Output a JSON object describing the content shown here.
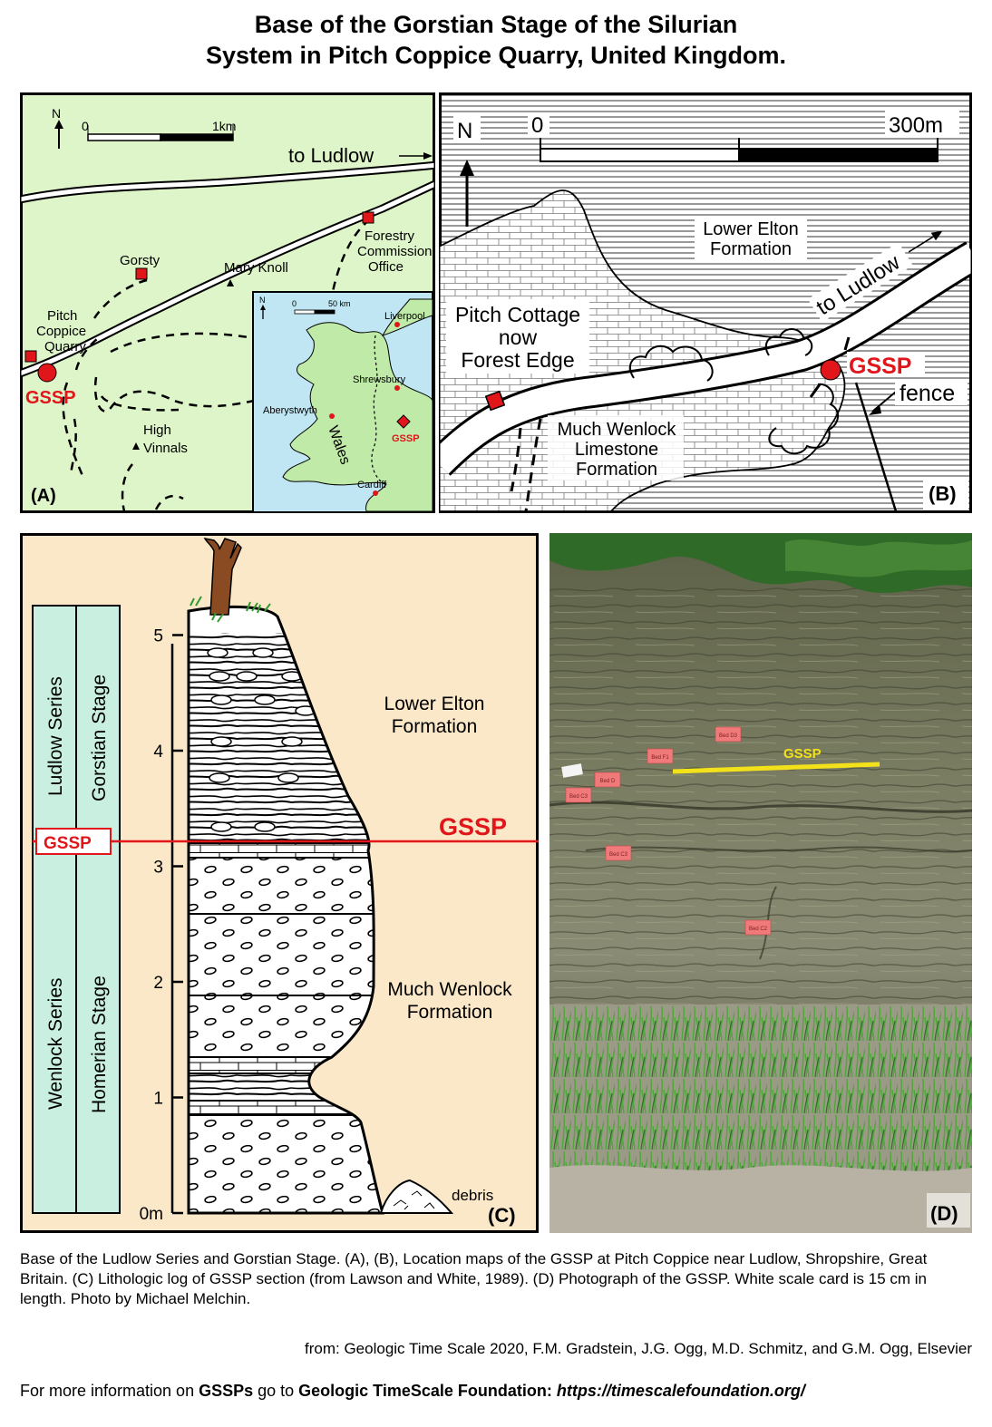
{
  "title": {
    "line1": "Base of the Gorstian Stage of the Silurian",
    "line2": "System in Pitch Coppice Quarry, United Kingdom."
  },
  "panel_a": {
    "label": "(A)",
    "north": "N",
    "scale_start": "0",
    "scale_end": "1km",
    "to_ludlow": "to Ludlow",
    "gorsty": "Gorsty",
    "mary_knoll": "Mary Knoll",
    "forestry": [
      "Forestry",
      "Commission",
      "Office"
    ],
    "quarry": [
      "Pitch",
      "Coppice",
      "Quarry"
    ],
    "gssp": "GSSP",
    "high_vinnals": [
      "High",
      "Vinnals"
    ],
    "inset": {
      "north": "N",
      "scale_start": "0",
      "scale_end": "50 km",
      "liverpool": "Liverpool",
      "shrewsbury": "Shrewsbury",
      "aberystwyth": "Aberystwyth",
      "wales": "Wales",
      "gssp": "GSSP",
      "cardiff": "Cardiff"
    },
    "colors": {
      "background": "#ddf5c8",
      "inset_sea": "#bfe6f2",
      "land": "#bfeaa7",
      "marker": "#e0161b"
    }
  },
  "panel_b": {
    "label": "(B)",
    "north": "N",
    "scale_start": "0",
    "scale_end": "300m",
    "lower_elton": [
      "Lower Elton",
      "Formation"
    ],
    "to_ludlow": "to Ludlow",
    "pitch_cottage": [
      "Pitch Cottage",
      "now",
      "Forest Edge"
    ],
    "gssp": "GSSP",
    "fence": "fence",
    "much_wenlock": [
      "Much Wenlock",
      "Limestone",
      "Formation"
    ]
  },
  "panel_c": {
    "label": "(C)",
    "ludlow_series": "Ludlow Series",
    "gorstian_stage": "Gorstian Stage",
    "wenlock_series": "Wenlock Series",
    "homerian_stage": "Homerian Stage",
    "gssp_left": "GSSP",
    "gssp_right": "GSSP",
    "lower_elton": [
      "Lower Elton",
      "Formation"
    ],
    "much_wenlock": [
      "Much Wenlock",
      "Formation"
    ],
    "debris": "debris",
    "scale_ticks": [
      "0m",
      "1",
      "2",
      "3",
      "4",
      "5"
    ],
    "colors": {
      "background": "#fbe8c8",
      "columns": "#c9efe0",
      "gssp_line": "#e0161b"
    }
  },
  "panel_d": {
    "label": "(D)",
    "gssp": "GSSP",
    "cards": [
      "Bed F1",
      "Bed D3",
      "Bed D",
      "Bed C3",
      "Bed C2"
    ],
    "colors": {
      "gssp_line": "#f3e21a",
      "card": "#f07a7a"
    }
  },
  "caption": {
    "text": "Base of the Ludlow Series and Gorstian Stage. (A), (B), Location maps of the GSSP at Pitch Coppice near Ludlow, Shropshire, Great Britain.  (C) Lithologic log of GSSP section (from Lawson and White, 1989).  (D) Photograph of the GSSP. White scale card is 15 cm in length. Photo by Michael Melchin."
  },
  "source": "from: Geologic Time Scale 2020, F.M. Gradstein, J.G. Ogg, M.D. Schmitz, and G.M. Ogg, Elsevier",
  "footer": {
    "prefix": "For more information on ",
    "gssps": "GSSPs",
    "middle": " go to ",
    "foundation": "Geologic TimeScale Foundation:",
    "url": " https://timescalefoundation.org/"
  }
}
